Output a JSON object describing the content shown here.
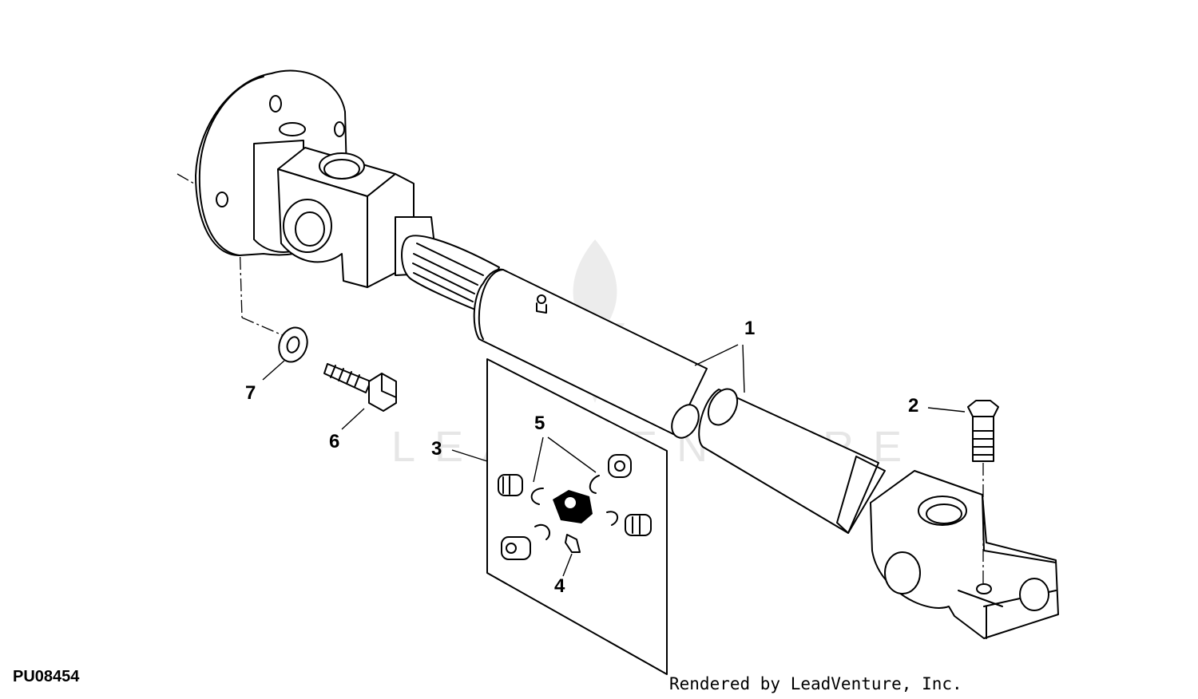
{
  "figure_id": "PU08454",
  "credit": "Rendered by LeadVenture, Inc.",
  "watermark": "LEADVENTURE",
  "callouts": [
    {
      "id": "1",
      "text": "1"
    },
    {
      "id": "2",
      "text": "2"
    },
    {
      "id": "3",
      "text": "3"
    },
    {
      "id": "4",
      "text": "4"
    },
    {
      "id": "5",
      "text": "5"
    },
    {
      "id": "6",
      "text": "6"
    },
    {
      "id": "7",
      "text": "7"
    }
  ]
}
